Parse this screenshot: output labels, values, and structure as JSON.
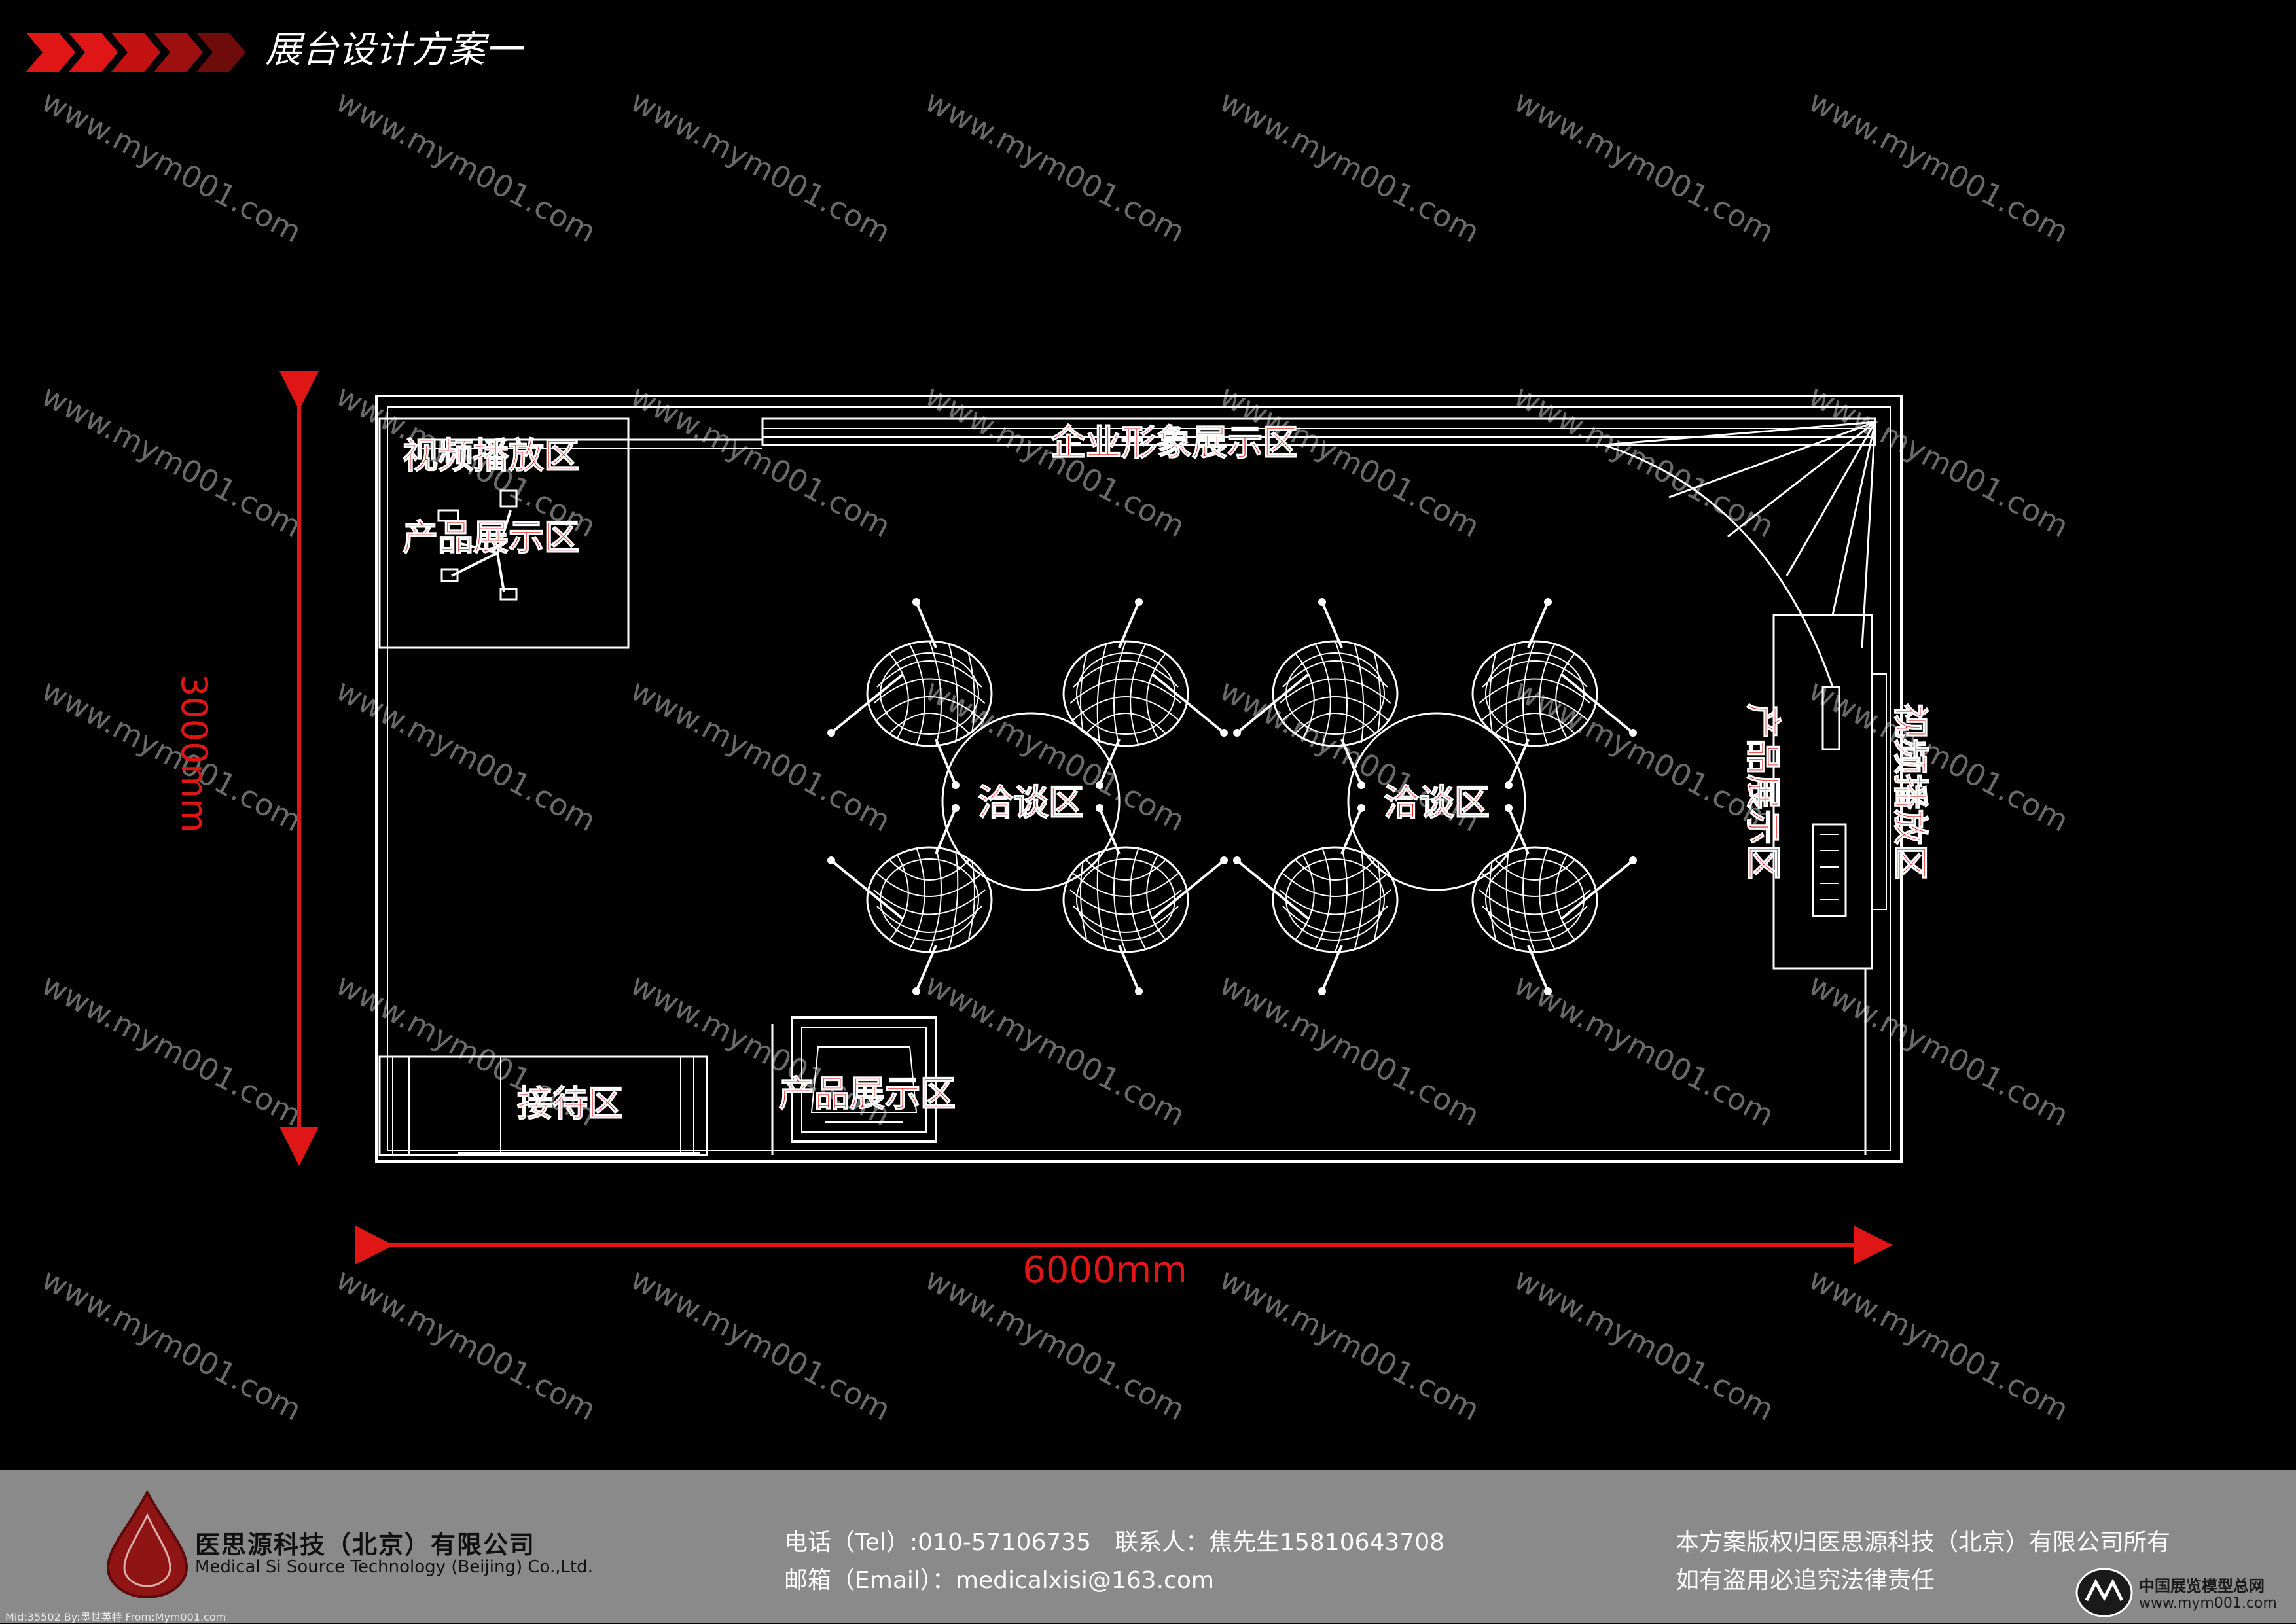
{
  "header": {
    "title": "展台设计方案一"
  },
  "watermark": {
    "text": "www.mym001.com"
  },
  "plan": {
    "zones": {
      "video_left": "视频播放区",
      "product_left": "产品展示区",
      "corporate": "企业形象展示区",
      "negotiation_1": "洽谈区",
      "negotiation_2": "洽谈区",
      "product_right": "产品展示区",
      "video_right": "视频播放区",
      "reception": "接待区",
      "product_bottom": "产品展示区"
    },
    "dimensions": {
      "width": "6000mm",
      "depth": "3000mm"
    }
  },
  "footer": {
    "company_cn": "医思源科技（北京）有限公司",
    "company_en": "Medical Si Source Technology (Beijing) Co.,Ltd.",
    "phone": "电话（Tel）:010-57106735　联系人：焦先生15810643708",
    "email": "邮箱（Email）：medicalxisi@163.com",
    "copyright_1": "本方案版权归医思源科技（北京）有限公司所有",
    "copyright_2": "如有盗用必追究法律责任",
    "corner_logo_text": "中国展览模型总网",
    "corner_url": "www.mym001.com",
    "mid_tag": "Mid:35502 By:墨世英特 From:Mym001.com"
  },
  "colors": {
    "background": "#000000",
    "accent_red": "#e01515",
    "footer_grey": "#8a8a8a",
    "line_white": "#ffffff"
  }
}
